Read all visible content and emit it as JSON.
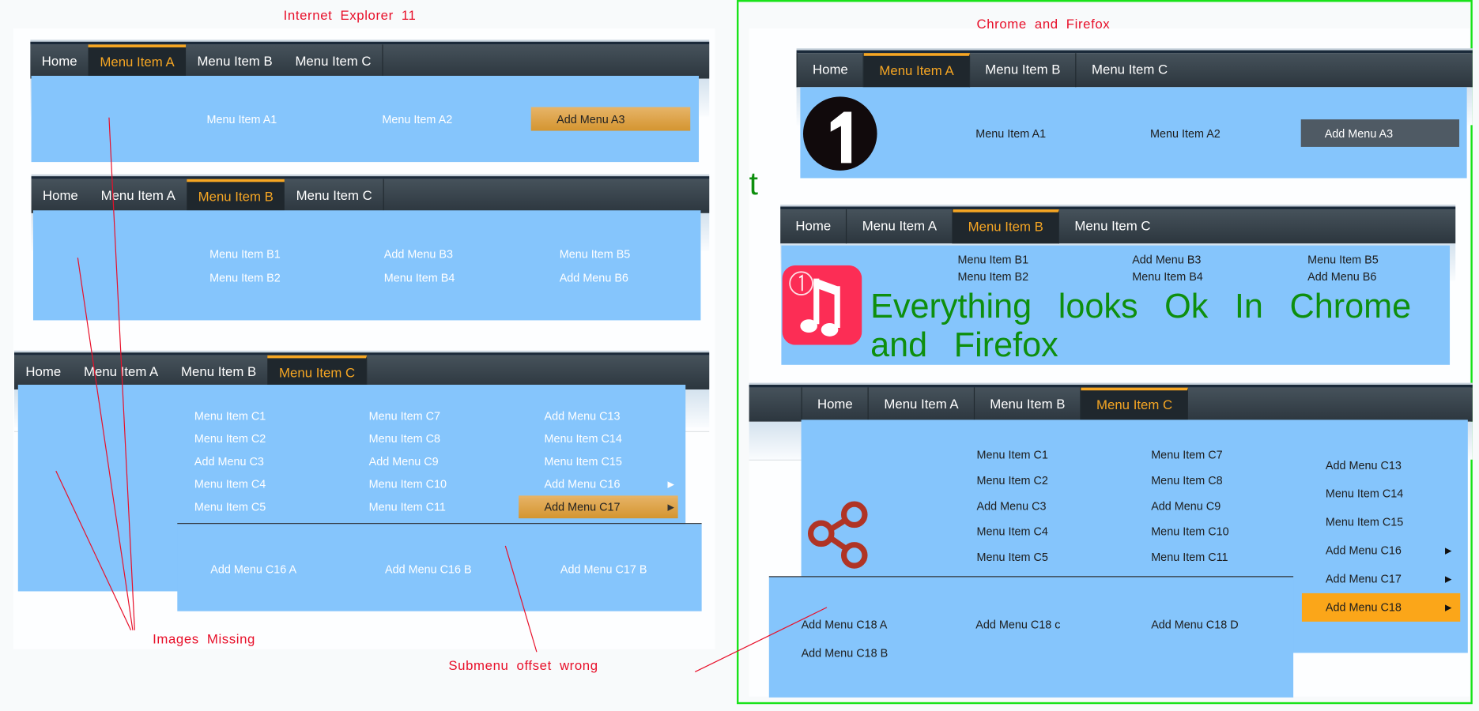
{
  "notes": {
    "ie_title": "Internet Explorer 11",
    "cf_title": "Chrome and Firefox",
    "images_missing": "Images Missing",
    "submenu_offset": "Submenu offset wrong",
    "everything_ok_line1": "Everything looks Ok In Chrome",
    "everything_ok_line2": "and Firefox",
    "stray_t": "t"
  },
  "nav": {
    "home": "Home",
    "a": "Menu Item A",
    "b": "Menu Item B",
    "c": "Menu Item C"
  },
  "menu_a": {
    "items": [
      "Menu Item A1",
      "Menu Item A2",
      "Add Menu A3"
    ]
  },
  "menu_b": {
    "col1": [
      "Menu Item B1",
      "Menu Item B2"
    ],
    "col2": [
      "Add Menu B3",
      "Menu Item B4"
    ],
    "col3": [
      "Menu Item B5",
      "Add Menu B6"
    ]
  },
  "menu_c": {
    "col1": [
      "Menu Item C1",
      "Menu Item C2",
      "Add Menu C3",
      "Menu Item C4",
      "Menu Item C5"
    ],
    "col2": [
      "Menu Item C7",
      "Menu Item C8",
      "Add Menu C9",
      "Menu Item C10",
      "Menu Item C11"
    ],
    "col3": [
      "Add Menu C13",
      "Menu Item C14",
      "Menu Item C15",
      "Add Menu C16",
      "Add Menu C17",
      "Add Menu C18"
    ]
  },
  "ie_submenu": {
    "items": [
      "Add Menu C16 A",
      "Add Menu C16 B",
      "Add Menu C17 B"
    ]
  },
  "cf_submenu": {
    "items": [
      "Add Menu C18 A",
      "Add Menu C18 c",
      "Add Menu C18 D",
      "Add Menu C18 B"
    ]
  },
  "icons": {
    "number_one": "number-one-circle-icon",
    "music": "music-note-icon",
    "share": "share-icon",
    "submenu_arrow": "▶"
  },
  "colors": {
    "dropdown_bg": "#85c5fc",
    "active_tab_text": "#f6a623",
    "highlight_cf": "#fba619",
    "annotation_red": "#e8102a",
    "annotation_green": "#0e8f0e",
    "frame_green": "#19e319"
  }
}
